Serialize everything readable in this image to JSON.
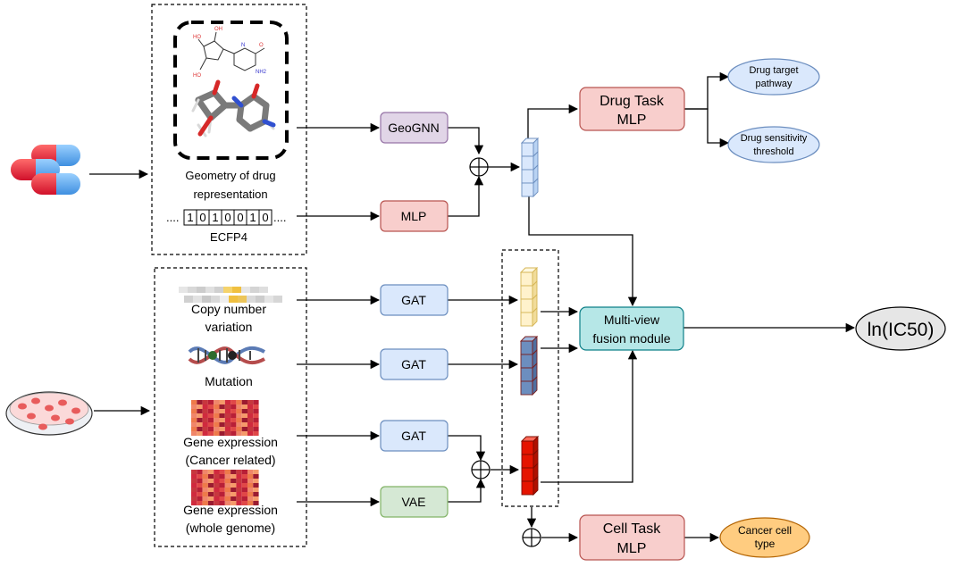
{
  "drug_panel": {
    "geometry_label_line1": "Geometry of drug",
    "geometry_label_line2": "representation",
    "fingerprint_prefix": "....",
    "fingerprint_bits": [
      "1",
      "0",
      "1",
      "0",
      "0",
      "1",
      "0"
    ],
    "fingerprint_suffix": "....",
    "ecfp_label": "ECFP4"
  },
  "cell_panel": {
    "cnv_line1": "Copy number",
    "cnv_line2": "variation",
    "mutation_label": "Mutation",
    "gene_cancer_line1": "Gene expression",
    "gene_cancer_line2": "(Cancer related)",
    "gene_whole_line1": "Gene expression",
    "gene_whole_line2": "(whole genome)"
  },
  "modules": {
    "geognn": "GeoGNN",
    "mlp": "MLP",
    "gat": "GAT",
    "vae": "VAE"
  },
  "drug_task": {
    "line1": "Drug Task",
    "line2": "MLP"
  },
  "cell_task": {
    "line1": "Cell Task",
    "line2": "MLP"
  },
  "fusion": {
    "line1": "Multi-view",
    "line2": "fusion module"
  },
  "outputs": {
    "target_line1": "Drug target",
    "target_line2": "pathway",
    "sens_line1": "Drug sensitivity",
    "sens_line2": "threshold",
    "cancer_line1": "Cancer cell",
    "cancer_line2": "type",
    "ic50": "ln(IC50)"
  },
  "colors": {
    "geognn_fill": "#e1d5e7",
    "geognn_stroke": "#9673a6",
    "mlp_fill": "#f8cecc",
    "mlp_stroke": "#b85450",
    "gat_fill": "#dae8fc",
    "gat_stroke": "#6c8ebf",
    "vae_fill": "#d5e8d4",
    "vae_stroke": "#82b366",
    "fusion_fill": "#b6e7e7",
    "fusion_stroke": "#0e8088",
    "ellipse_blue": "#dae8fc",
    "ellipse_orange": "#ffcc80",
    "ellipse_gray": "#e6e6e6"
  },
  "icons": [
    "capsule-pills-icon",
    "petri-dish-icon",
    "molecule-2d-icon",
    "molecule-3d-icon",
    "dna-icon",
    "heatmap-icon"
  ]
}
